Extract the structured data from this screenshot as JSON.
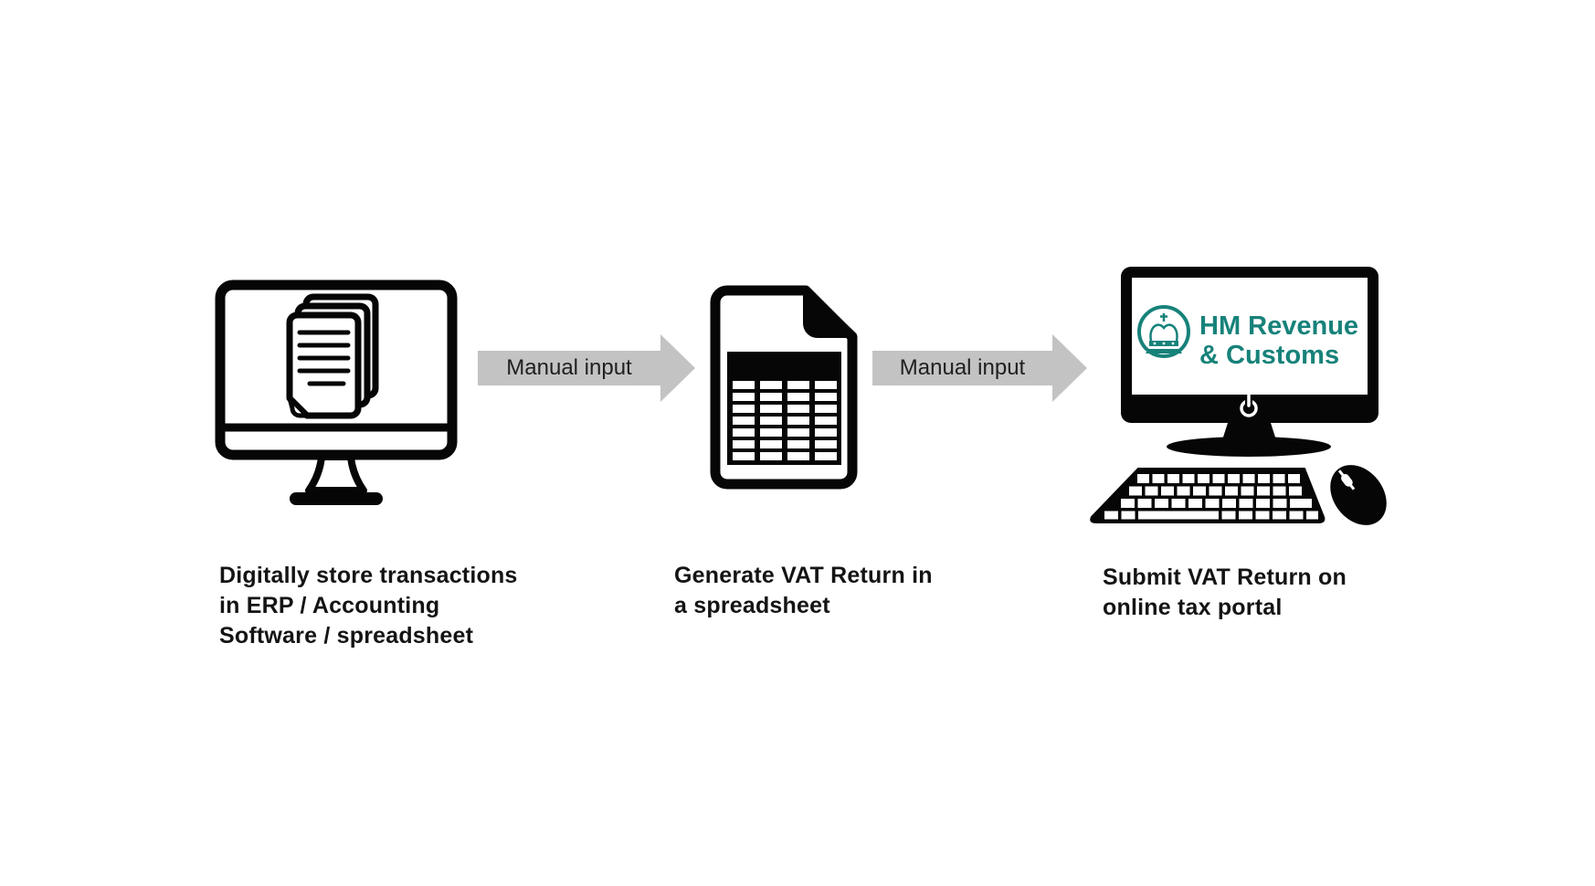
{
  "steps": [
    {
      "icon": "computer-with-documents",
      "caption_lines": [
        "Digitally store transactions",
        "in ERP / Accounting",
        "Software / spreadsheet"
      ]
    },
    {
      "icon": "spreadsheet-file",
      "caption_lines": [
        "Generate VAT Return in",
        "a spreadsheet"
      ]
    },
    {
      "icon": "computer-hmrc-online-portal",
      "caption_lines": [
        "Submit VAT Return on",
        "online tax portal"
      ],
      "logo": {
        "line1": "HM Revenue",
        "line2": "& Customs",
        "color": "#17827A"
      }
    }
  ],
  "connectors": [
    {
      "label": "Manual input"
    },
    {
      "label": "Manual input"
    }
  ],
  "colors": {
    "background": "#FFFFFF",
    "icon_black": "#060606",
    "arrow_fill": "#C3C3C3",
    "arrow_text": "#202020",
    "caption_text": "#141414",
    "hmrc_teal": "#17827A"
  }
}
